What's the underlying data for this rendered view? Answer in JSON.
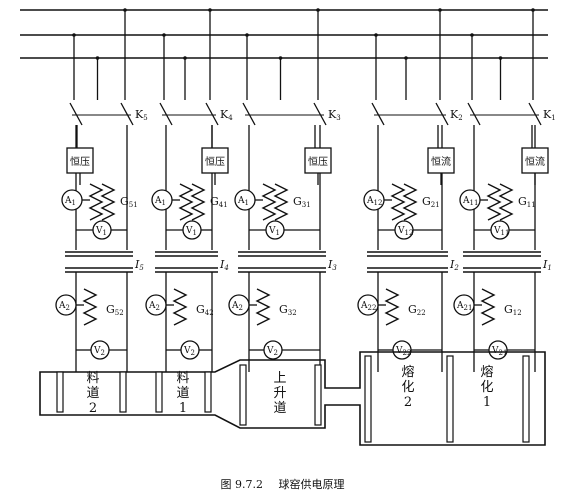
{
  "caption": {
    "figure_no": "图 9.7.2",
    "title": "球窑供电原理"
  },
  "switches": [
    "K5",
    "K4",
    "K3",
    "K2",
    "K1"
  ],
  "currents": [
    "I5",
    "I4",
    "I3",
    "I2",
    "I1"
  ],
  "regulators": [
    "恒压",
    "恒压",
    "恒压",
    "恒流",
    "恒流"
  ],
  "upper_ammeters": [
    "A1",
    "A1",
    "A1",
    "A12",
    "A11"
  ],
  "upper_voltmeters": [
    "V1",
    "V1",
    "V1",
    "V12",
    "V11"
  ],
  "upper_transformers": [
    "G51",
    "G41",
    "G31",
    "G21",
    "G11"
  ],
  "lower_ammeters": [
    "A2",
    "A2",
    "A2",
    "A22",
    "A21"
  ],
  "lower_voltmeters": [
    "V2",
    "V2",
    "V2",
    "V22",
    "V21"
  ],
  "lower_transformers": [
    "G52",
    "G42",
    "G32",
    "G22",
    "G12"
  ],
  "zones": [
    "料道2",
    "料道1",
    "上升道",
    "熔化2",
    "熔化1"
  ]
}
